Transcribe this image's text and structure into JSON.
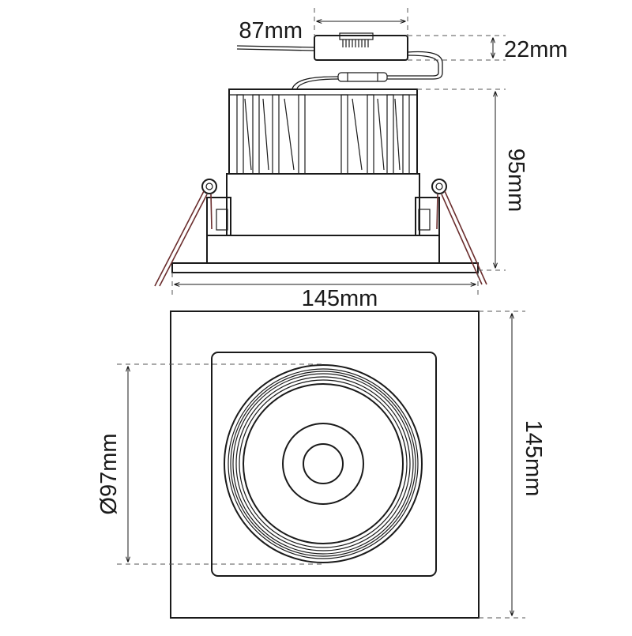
{
  "dimensions": {
    "driver_length": "87mm",
    "driver_height": "22mm",
    "body_height": "95mm",
    "trim_width": "145mm",
    "trim_height": "145mm",
    "reflector_diameter": "Ø97mm"
  },
  "colors": {
    "line": "#1a1a1a",
    "dashed": "#555555",
    "spring": "#6b2e2e",
    "background": "#ffffff"
  }
}
